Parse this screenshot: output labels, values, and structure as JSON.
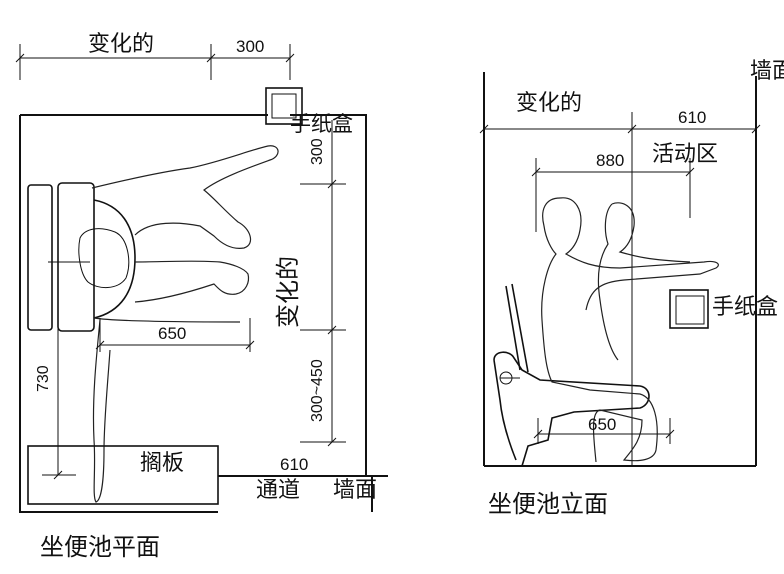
{
  "plan": {
    "dim_variable_top": "变化的",
    "dim_300_top": "300",
    "tissue_box": "手纸盒",
    "dim_300_side": "300",
    "dim_variable_side": "变化的",
    "dim_300_450": "300~450",
    "dim_650": "650",
    "dim_730": "730",
    "flap_board": "搁板",
    "dim_610": "610",
    "aisle": "通道",
    "wall": "墙面",
    "caption": "坐便池平面"
  },
  "elevation": {
    "wall_top": "墙面",
    "dim_variable_top": "变化的",
    "dim_610": "610",
    "activity_zone": "活动区",
    "dim_880": "880",
    "tissue_box": "手纸盒",
    "dim_650": "650",
    "caption": "坐便池立面"
  }
}
